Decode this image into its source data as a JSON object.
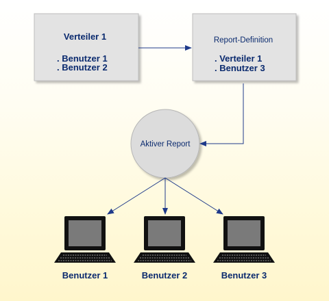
{
  "colors": {
    "box_fill": "#e3e3e3",
    "circle_fill": "#dcdcdc",
    "arrow": "#1f3a8a",
    "text": "#0a2a6e",
    "monitor": "#111111",
    "screen": "#7a7a7a"
  },
  "boxes": {
    "distributor": {
      "title": "Verteiler 1",
      "lines": [
        ". Benutzer 1",
        ". Benutzer 2"
      ]
    },
    "report_definition": {
      "title": "Report-Definition",
      "lines": [
        ". Verteiler 1",
        ". Benutzer 3"
      ]
    }
  },
  "active_report": {
    "label": "Aktiver Report"
  },
  "computers": [
    {
      "label": "Benutzer 1",
      "icon": "computer-icon"
    },
    {
      "label": "Benutzer 2",
      "icon": "computer-icon"
    },
    {
      "label": "Benutzer 3",
      "icon": "computer-icon"
    }
  ]
}
